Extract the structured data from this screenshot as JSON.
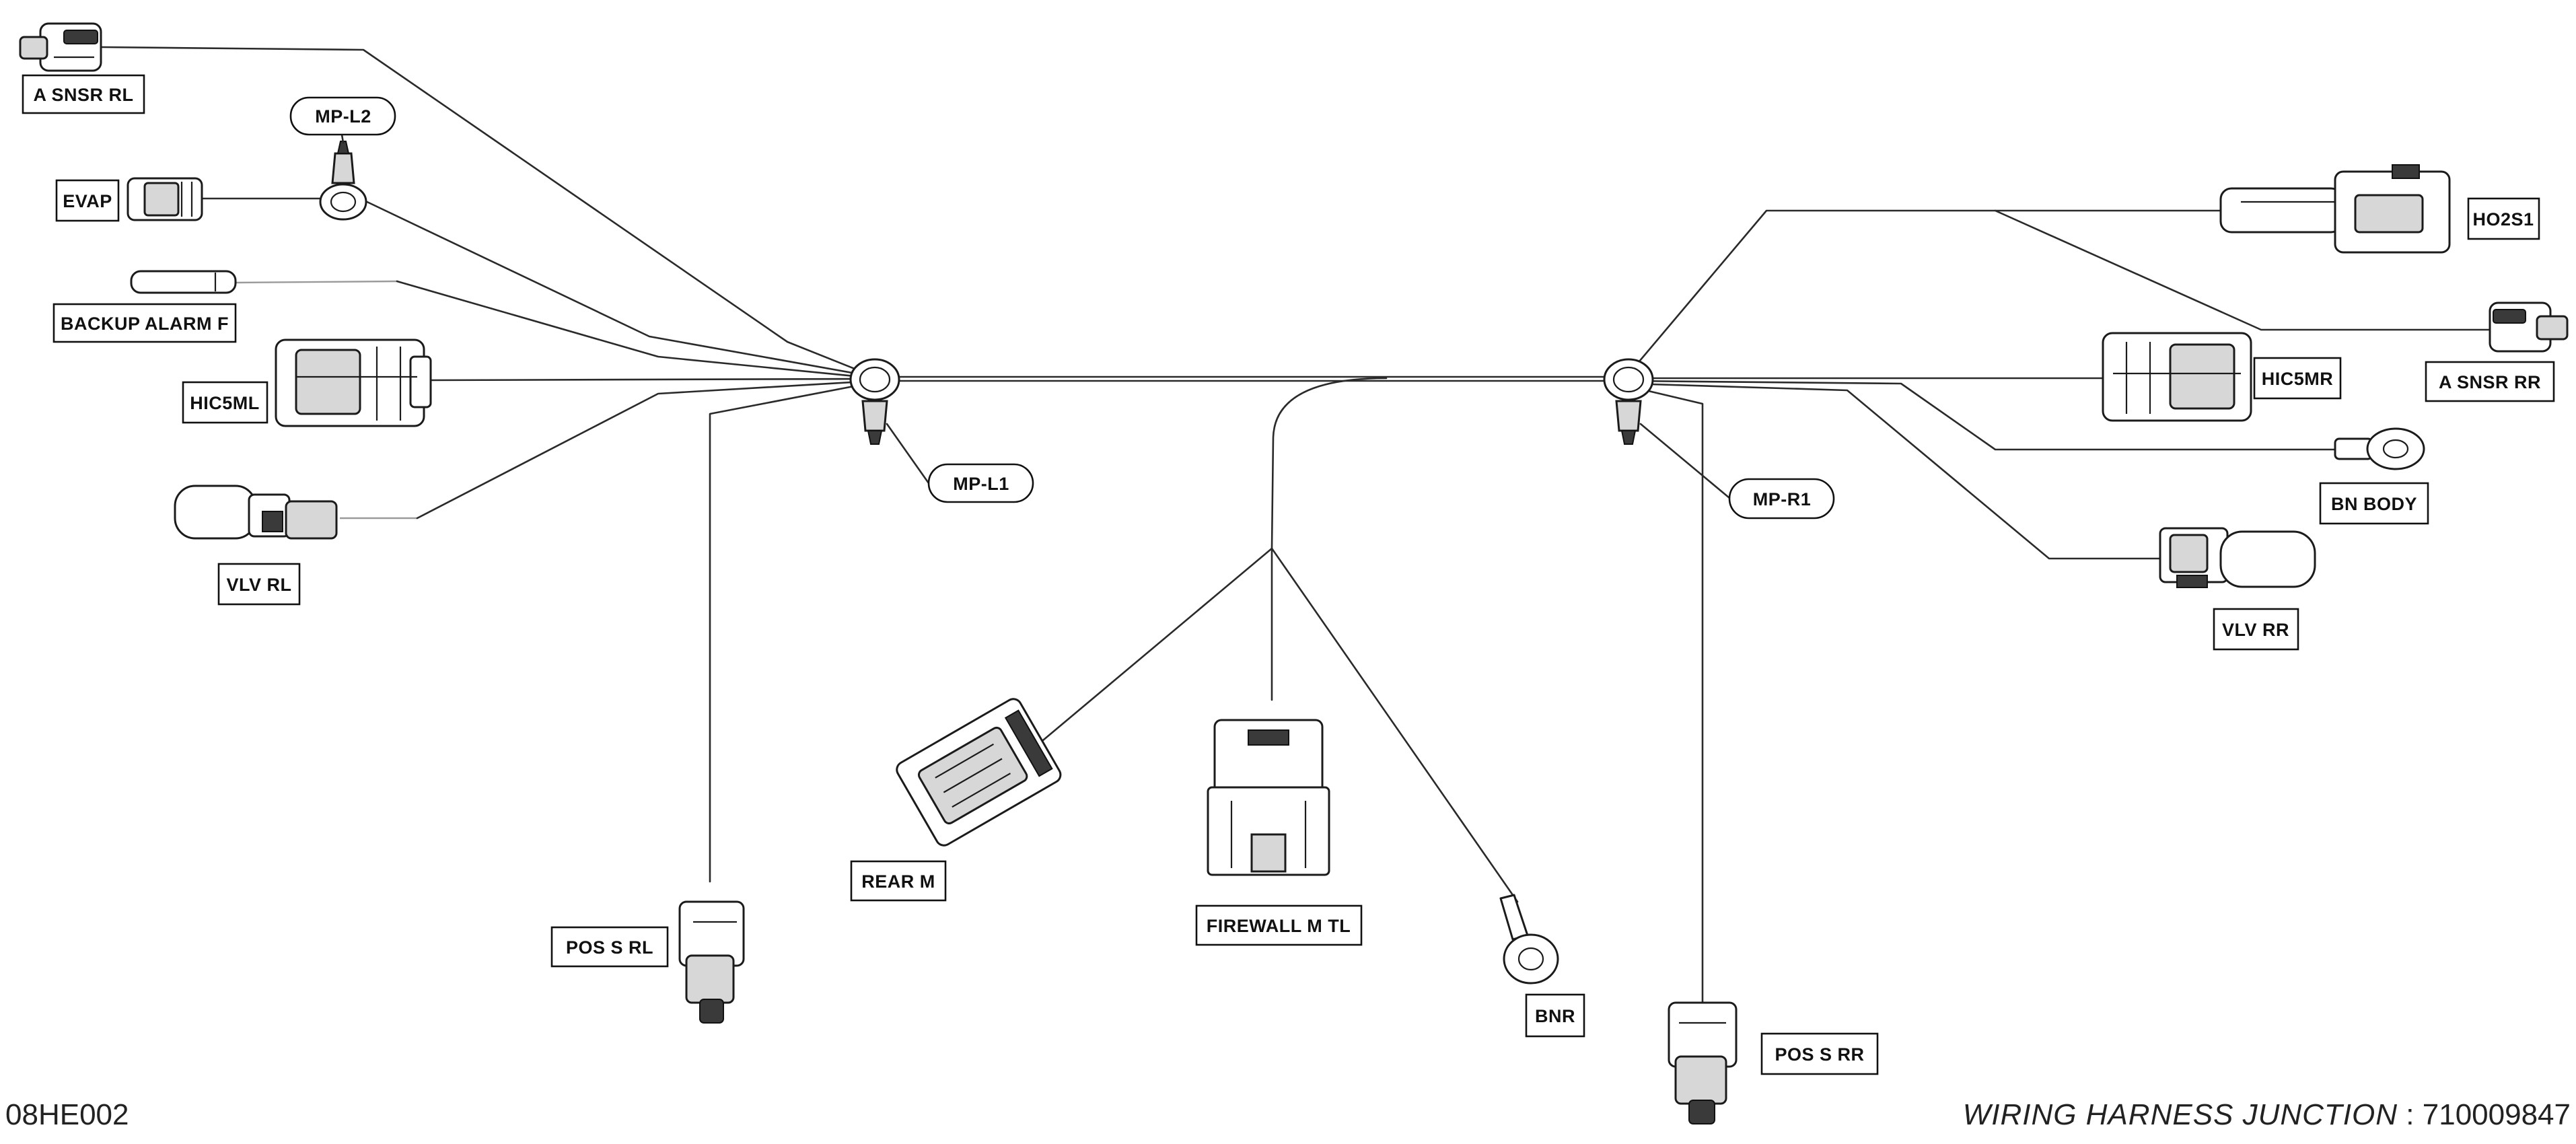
{
  "figure_id": "08HE002",
  "title": {
    "label": "WIRING HARNESS  JUNCTION",
    "separator": ":",
    "part_number": "710009847"
  },
  "labels": {
    "a_snsr_rl": "A  SNSR  RL",
    "mp_l2": "MP-L2",
    "evap": "EVAP",
    "backup_alarm_f": "BACKUP  ALARM  F",
    "hic5ml": "HIC5ML",
    "vlv_rl": "VLV  RL",
    "mp_l1": "MP-L1",
    "pos_s_rl": "POS  S  RL",
    "rear_m": "REAR  M",
    "firewall_m_tl": "FIREWALL  M  TL",
    "bnr": "BNR",
    "pos_s_rr": "POS  S  RR",
    "mp_r1": "MP-R1",
    "ho2s1": "HO2S1",
    "a_snsr_rr": "A  SNSR  RR",
    "hic5mr": "HIC5MR",
    "bn_body": "BN  BODY",
    "vlv_rr": "VLV  RR"
  }
}
